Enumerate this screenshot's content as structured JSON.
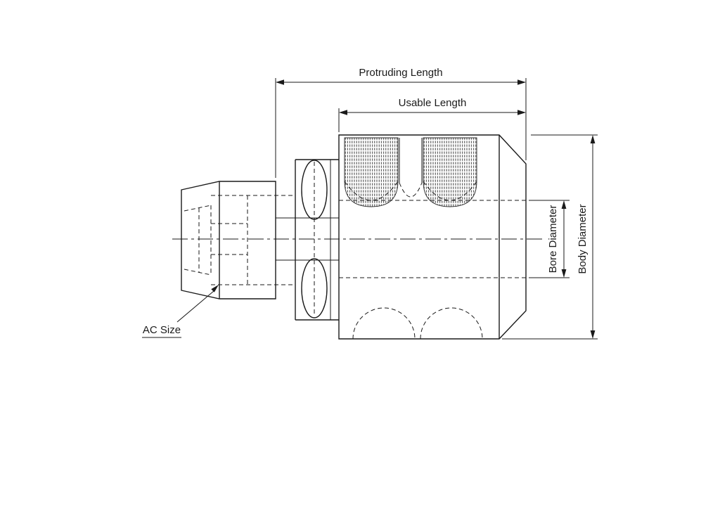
{
  "diagram": {
    "colors": {
      "line": "#1a1a1a",
      "background": "#ffffff"
    },
    "dimensions": {
      "protruding_length": {
        "label": "Protruding Length"
      },
      "usable_length": {
        "label": "Usable Length"
      },
      "bore_diameter": {
        "label": "Bore Diameter"
      },
      "body_diameter": {
        "label": "Body Diameter"
      },
      "ac_size": {
        "label": "AC Size"
      }
    }
  }
}
